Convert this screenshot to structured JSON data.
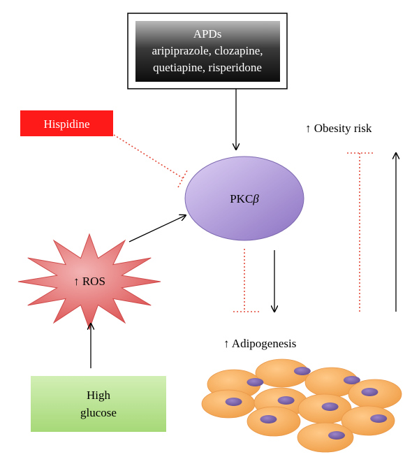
{
  "apds": {
    "line1": "APDs",
    "line2": "aripiprazole, clozapine,",
    "line3": "quetiapine, risperidone"
  },
  "hispidine": {
    "label": "Hispidine"
  },
  "pkc": {
    "label": "PKC",
    "symbol": "β"
  },
  "ros": {
    "label": "↑ ROS"
  },
  "glucose": {
    "line1": "High",
    "line2": "glucose"
  },
  "obesity": {
    "label": "↑ Obesity risk"
  },
  "adipogenesis": {
    "label": "↑ Adipogenesis"
  },
  "colors": {
    "hispidine_fill": "#ff0000",
    "pkc_fill_light": "#d9c9f2",
    "pkc_fill_dark": "#8e74c4",
    "ros_fill": "#e05a5a",
    "glucose_fill": "#b4e08a",
    "cell_fill": "#f5b25e",
    "nucleus_fill": "#7b63a8",
    "inhibition_line": "#e34a3a",
    "arrow": "#000000"
  }
}
